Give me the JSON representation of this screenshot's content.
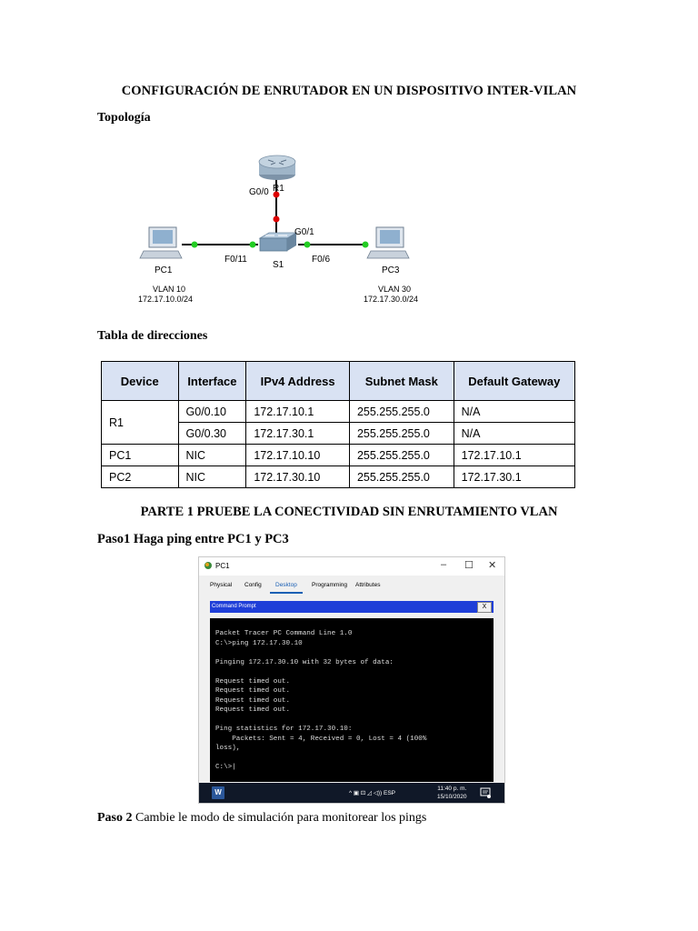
{
  "doc": {
    "title": "CONFIGURACIÓN DE ENRUTADOR EN UN DISPOSITIVO INTER-VILAN",
    "topologia_label": "Topología",
    "tabla_label": "Tabla de direcciones",
    "parte1": "PARTE 1 PRUEBE LA CONECTIVIDAD SIN ENRUTAMIENTO VLAN",
    "paso1": "Paso1  Haga ping entre PC1 y PC3",
    "paso2_bold": "Paso 2",
    "paso2_text": " Cambie le modo de simulación para monitorear los pings"
  },
  "topology": {
    "router_name": "R1",
    "router_port_down": "G0/0",
    "switch_port_up": "G0/1",
    "switch_name": "S1",
    "switch_port_left": "F0/11",
    "switch_port_right": "F0/6",
    "pc_left_name": "PC1",
    "pc_left_vlan": "VLAN 10",
    "pc_left_net": "172.17.10.0/24",
    "pc_right_name": "PC3",
    "pc_right_vlan": "VLAN 30",
    "pc_right_net": "172.17.30.0/24",
    "link_color": "#000000",
    "up_dot_color": "#22cc22",
    "down_dot_color": "#dd0000"
  },
  "table": {
    "headers": [
      "Device",
      "Interface",
      "IPv4 Address",
      "Subnet Mask",
      "Default Gateway"
    ],
    "r1_device": "R1",
    "r1_rows": [
      [
        "G0/0.10",
        "172.17.10.1",
        "255.255.255.0",
        "N/A"
      ],
      [
        "G0/0.30",
        "172.17.30.1",
        "255.255.255.0",
        "N/A"
      ]
    ],
    "rows": [
      [
        "PC1",
        "NIC",
        "172.17.10.10",
        "255.255.255.0",
        "172.17.10.1"
      ],
      [
        "PC2",
        "NIC",
        "172.17.30.10",
        "255.255.255.0",
        "172.17.30.1"
      ]
    ]
  },
  "window": {
    "title": "PC1",
    "minimize": "–",
    "maximize": "☐",
    "close": "✕",
    "tabs": [
      "Physical",
      "Config",
      "Desktop",
      "Programming",
      "Attributes"
    ],
    "active_tab": "Desktop",
    "cmd_title": "Command Prompt",
    "cmd_close": "X",
    "terminal": [
      "Packet Tracer PC Command Line 1.0",
      "C:\\>ping 172.17.30.10",
      "",
      "Pinging 172.17.30.10 with 32 bytes of data:",
      "",
      "Request timed out.",
      "Request timed out.",
      "Request timed out.",
      "Request timed out.",
      "",
      "Ping statistics for 172.17.30.10:",
      "    Packets: Sent = 4, Received = 0, Lost = 4 (100%",
      "loss),",
      "",
      "C:\\>|"
    ],
    "taskbar": {
      "app_letter": "W",
      "tray": "^ ▣ ⊡ ◿ ◁)) ESP",
      "time": "11:40 p. m.",
      "date": "15/10/2020"
    }
  }
}
